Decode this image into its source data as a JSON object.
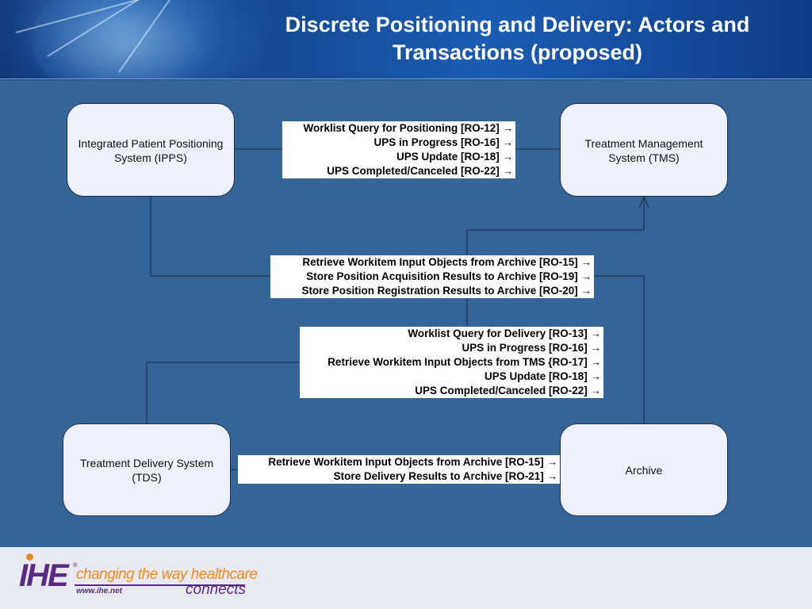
{
  "slide": {
    "title": "Discrete Positioning and Delivery: Actors and Transactions (proposed)"
  },
  "actors": {
    "ipps": "Integrated Patient Positioning System (IPPS)",
    "tms": "Treatment Management System (TMS)",
    "tds": "Treatment Delivery System (TDS)",
    "archive": "Archive"
  },
  "transactions": {
    "ipps_tms": [
      "Worklist Query for Positioning [RO-12] →",
      "UPS in Progress [RO-16] →",
      "UPS Update [RO-18] →",
      "UPS Completed/Canceled [RO-22] →"
    ],
    "ipps_archive": [
      "Retrieve Workitem Input Objects from Archive [RO-15] →",
      "Store Position Acquisition Results to Archive [RO-19] →",
      "Store Position Registration Results to Archive [RO-20] →"
    ],
    "tds_tms": [
      "Worklist Query for Delivery [RO-13] →",
      "UPS in Progress [RO-16] →",
      "Retrieve Workitem Input Objects from TMS {RO-17] →",
      "UPS Update [RO-18] →",
      "UPS Completed/Canceled [RO-22] →"
    ],
    "tds_archive": [
      "Retrieve Workitem Input Objects from Archive [RO-15] →",
      "Store Delivery Results to Archive [RO-21] →"
    ]
  },
  "footer": {
    "logo_text": "IHE",
    "tagline_1": "changing the way healthcare",
    "tagline_2": "connects",
    "url": "www.ihe.net"
  },
  "colors": {
    "background": "#356597",
    "actor_fill": "#eef1fb",
    "logo_purple": "#5b2a86",
    "logo_orange": "#f08a24"
  }
}
